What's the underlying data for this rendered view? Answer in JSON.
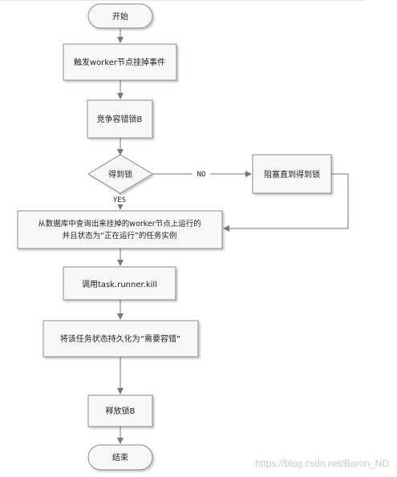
{
  "flowchart": {
    "start": "开始",
    "step_trigger": "触发worker节点挂掉事件",
    "step_compete": "竞争容错锁B",
    "decision": "得到锁",
    "edge_no": "NO",
    "edge_yes": "YES",
    "step_block": "阻塞直到得到锁",
    "step_query_line1": "从数据库中查询出来挂掉的worker节点上运行的",
    "step_query_line2": "并且状态为“正在运行”的任务实例",
    "step_kill": "调用task.runner.kill",
    "step_persist": "将该任务状态持久化为“需要容错”",
    "step_release": "释放锁B",
    "end": "结束"
  },
  "watermark": "https://blog.csdn.net/Baron_ND"
}
